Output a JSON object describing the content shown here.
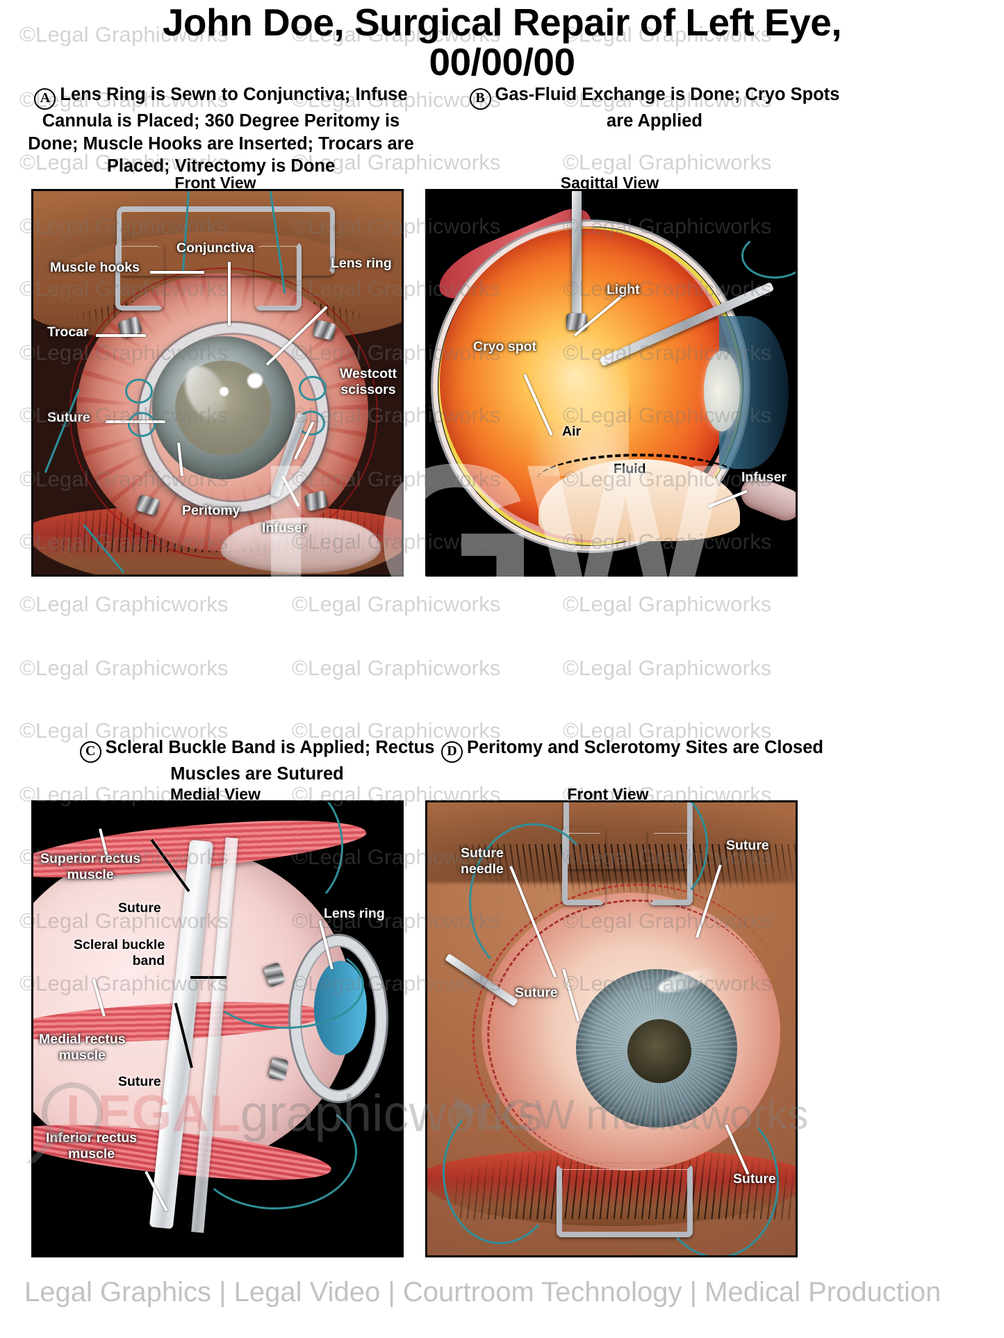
{
  "header": {
    "title_line1": "John Doe, Surgical Repair of Left Eye,",
    "title_line2": "00/00/00"
  },
  "panels": [
    {
      "letter": "A",
      "caption": "Lens Ring is Sewn to Conjunctiva; Infuse Cannula is Placed; 360 Degree Peritomy is Done; Muscle Hooks are Inserted; Trocars are Placed; Vitrectomy is Done",
      "view": "Front View",
      "labels": [
        "Muscle hooks",
        "Conjunctiva",
        "Lens ring",
        "Trocar",
        "Westcott scissors",
        "Suture",
        "Peritomy",
        "Infuser"
      ]
    },
    {
      "letter": "B",
      "caption": "Gas-Fluid Exchange is Done; Cryo Spots are Applied",
      "view": "Sagittal View",
      "labels": [
        "Light",
        "Cryo spot",
        "Air",
        "Fluid",
        "Infuser"
      ]
    },
    {
      "letter": "C",
      "caption": "Scleral Buckle Band is Applied; Rectus Muscles are Sutured",
      "view": "Medial View",
      "labels": [
        "Superior rectus muscle",
        "Lens ring",
        "Suture",
        "Scleral buckle band",
        "Medial rectus muscle",
        "Suture",
        "Inferior rectus muscle"
      ]
    },
    {
      "letter": "D",
      "caption": "Peritomy and Sclerotomy Sites are Closed",
      "view": "Front View",
      "labels": [
        "Suture needle",
        "Suture",
        "Suture",
        "Suture"
      ]
    }
  ],
  "labels": {
    "a_muscle_hooks": "Muscle hooks",
    "a_conjunctiva": "Conjunctiva",
    "a_lens_ring": "Lens ring",
    "a_trocar": "Trocar",
    "a_westcott": "Westcott\nscissors",
    "a_suture": "Suture",
    "a_peritomy": "Peritomy",
    "a_infuser": "Infuser",
    "b_light": "Light",
    "b_cryo_spot": "Cryo spot",
    "b_air": "Air",
    "b_fluid": "Fluid",
    "b_infuser": "Infuser",
    "c_superior_rectus": "Superior rectus\nmuscle",
    "c_lens_ring": "Lens ring",
    "c_suture_1": "Suture",
    "c_scleral_buckle": "Scleral buckle\nband",
    "c_medial_rectus": "Medial rectus\nmuscle",
    "c_suture_2": "Suture",
    "c_inferior_rectus": "Inferior rectus\nmuscle",
    "d_suture_needle": "Suture\nneedle",
    "d_suture_top_right": "Suture",
    "d_suture_left": "Suture",
    "d_suture_bottom_right": "Suture"
  },
  "watermark": {
    "text": "©Legal Graphicworks",
    "monogram": "LGW",
    "brand_legal": "LEGAL",
    "brand_graphicworks": "graphicworks",
    "brand_media": "LGW mediaworks",
    "footer": "Legal Graphics | Legal Video | Courtroom Technology | Medical Production"
  },
  "colors": {
    "background": "#ffffff",
    "text": "#000000",
    "label_light": "#ffffff",
    "label_dark": "#000000",
    "suture_teal": "#2f8f99",
    "retina_orange": "#f6872c"
  }
}
